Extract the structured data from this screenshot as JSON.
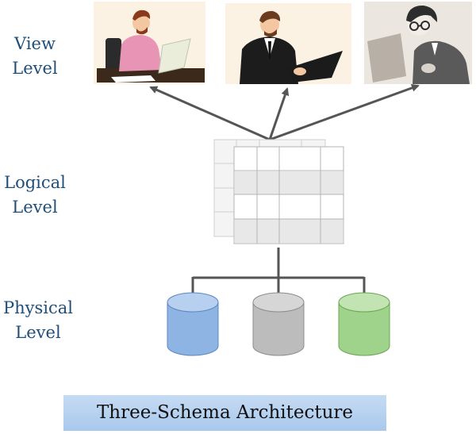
{
  "labels": {
    "view": "View\nLevel",
    "logical": "Logical\nLevel",
    "physical": "Physical\nLevel"
  },
  "caption": "Three-Schema Architecture",
  "users": [
    {
      "icon": "user-casual-laptop-icon"
    },
    {
      "icon": "user-business-laptop-icon"
    },
    {
      "icon": "user-glasses-laptop-icon"
    }
  ],
  "storage": [
    {
      "icon": "blue-database-icon",
      "color": "#8db4e2"
    },
    {
      "icon": "gray-database-icon",
      "color": "#bcbcbc"
    },
    {
      "icon": "green-database-icon",
      "color": "#9fd28a"
    }
  ],
  "colors": {
    "label_text": "#1f4e79",
    "arrow": "#555555",
    "caption_bg": "#b4cfee"
  }
}
